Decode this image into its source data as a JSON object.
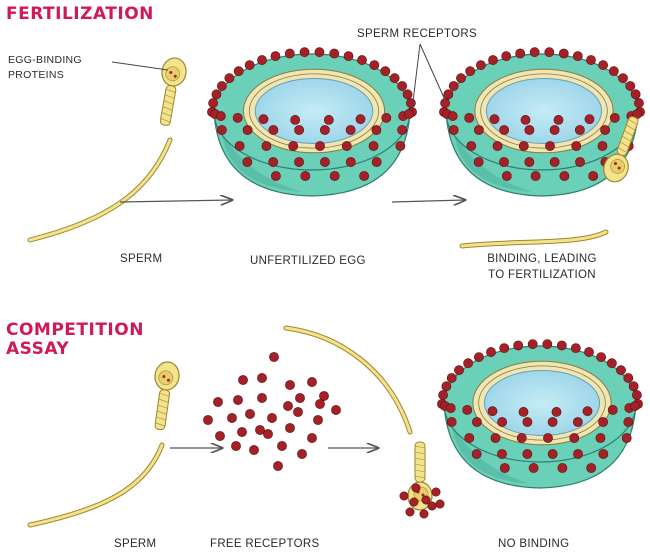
{
  "colors": {
    "heading": "#d0185a",
    "receptor": "#a52128",
    "cell_body": "#6ad0b8",
    "cell_shadow": "#3f9f8c",
    "membrane": "#efe6b4",
    "cytoplasm": "#a9dff0",
    "sperm": "#f3e38f",
    "sperm_outline": "#a0862a",
    "arrow": "#555555"
  },
  "fertilization": {
    "heading": "FERTILIZATION",
    "egg_binding_label_line1": "EGG-BINDING",
    "egg_binding_label_line2": "PROTEINS",
    "sperm_receptors_label": "SPERM RECEPTORS",
    "sperm_label": "SPERM",
    "unfertilized_label": "UNFERTILIZED EGG",
    "binding_label_line1": "BINDING, LEADING",
    "binding_label_line2": "TO FERTILIZATION"
  },
  "competition": {
    "heading_line1": "COMPETITION",
    "heading_line2": "ASSAY",
    "sperm_label": "SPERM",
    "free_receptors_label": "FREE RECEPTORS",
    "no_binding_label": "NO BINDING"
  }
}
